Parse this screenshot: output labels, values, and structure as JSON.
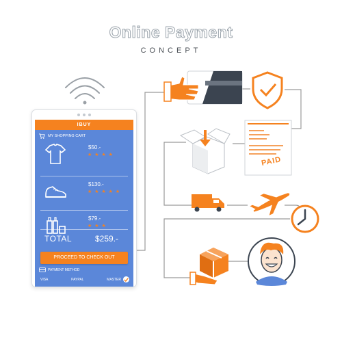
{
  "header": {
    "title": "Online Payment",
    "subtitle": "CONCEPT"
  },
  "phone": {
    "app_name": "IBUY",
    "cart_title": "MY SHOPPING CART",
    "items": [
      {
        "icon": "tshirt-icon",
        "price": "$50.-",
        "rating": 4,
        "stars": "★ ★ ★ ★"
      },
      {
        "icon": "shoe-icon",
        "price": "$130.-",
        "rating": 5,
        "stars": "★ ★ ★ ★ ★"
      },
      {
        "icon": "cosmetics-icon",
        "price": "$79.-",
        "rating": 3,
        "stars": "★ ★ ★"
      }
    ],
    "total_label": "TOTAL",
    "total_value": "$259.-",
    "checkout_label": "PROCEED TO CHECK OUT",
    "payment_method_label": "PAYMENT METHOD",
    "payment_options": [
      "VISA",
      "PAYPAL",
      "MASTER"
    ],
    "selected_payment": "MASTER"
  },
  "flow": {
    "steps": [
      "card-payment-icon",
      "security-shield-icon",
      "package-icon",
      "invoice-icon",
      "delivery-truck-icon",
      "airplane-icon",
      "clock-icon",
      "parcel-handover-icon",
      "happy-customer-icon"
    ],
    "invoice_stamp": "PAID"
  },
  "colors": {
    "accent": "#f5821f",
    "screen": "#5b87d9",
    "dark": "#3b4450",
    "line": "#9a9a9a"
  }
}
